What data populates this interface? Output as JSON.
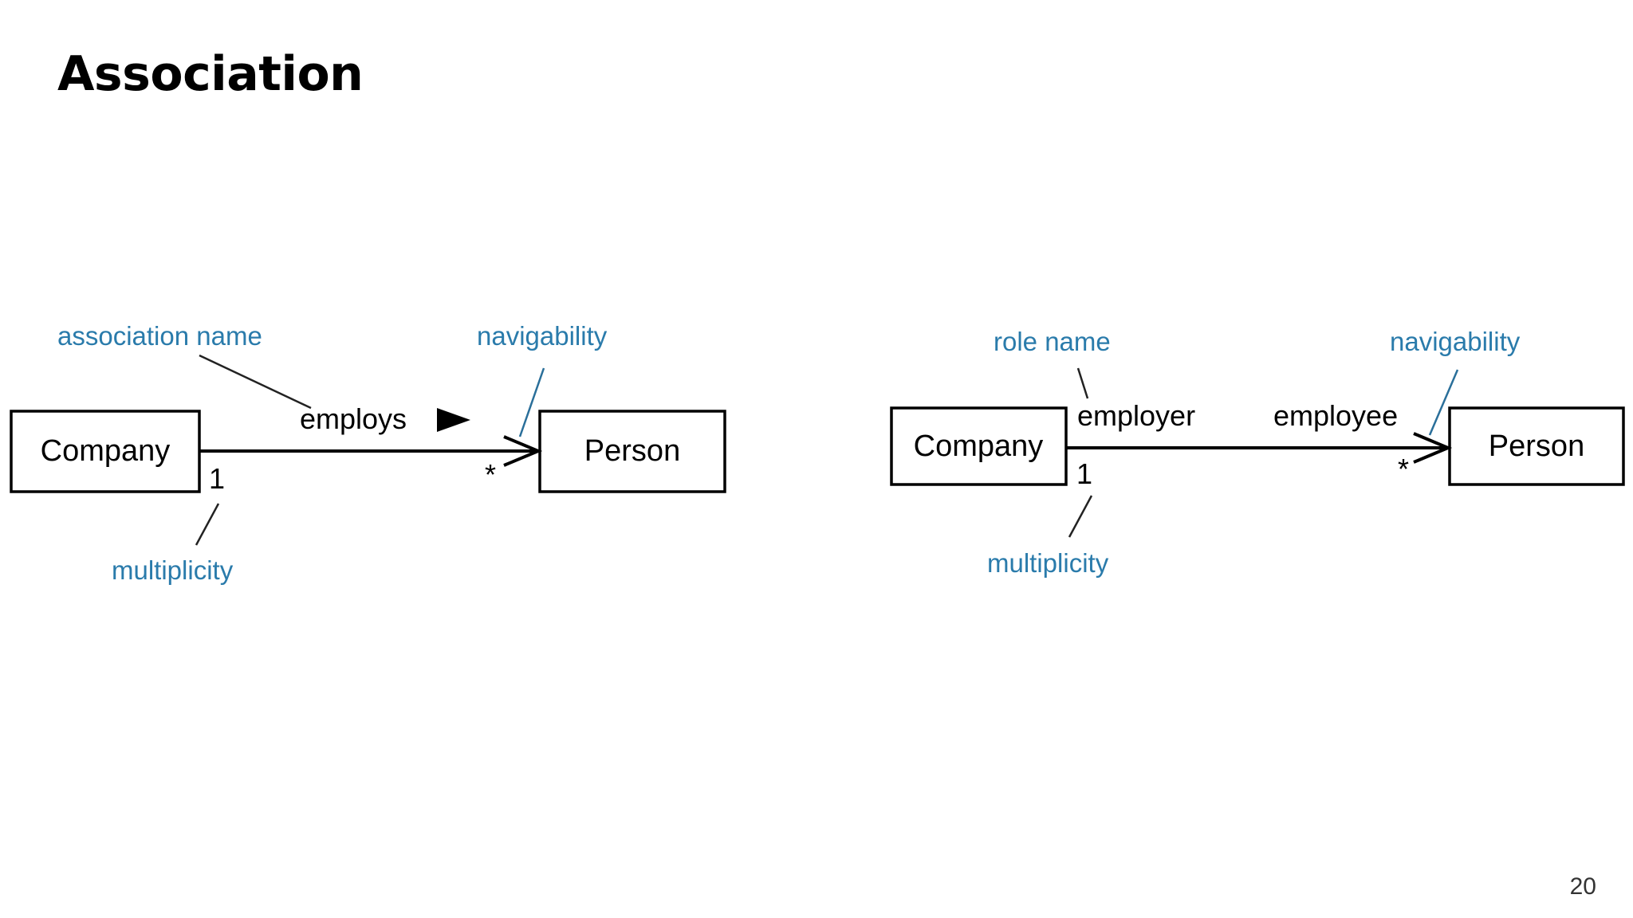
{
  "slide": {
    "title": "Association",
    "page_number": "20"
  },
  "diagram_left": {
    "class_a": "Company",
    "class_b": "Person",
    "association_label": "employs",
    "multiplicity_a": "1",
    "multiplicity_b": "*",
    "annotations": {
      "association_name": "association name",
      "navigability": "navigability",
      "multiplicity": "multiplicity"
    }
  },
  "diagram_right": {
    "class_a": "Company",
    "class_b": "Person",
    "role_a": "employer",
    "role_b": "employee",
    "multiplicity_a": "1",
    "multiplicity_b": "*",
    "annotations": {
      "role_name": "role name",
      "navigability": "navigability",
      "multiplicity": "multiplicity"
    }
  },
  "colors": {
    "annotation": "#2a7bab",
    "lines": "#000000"
  }
}
